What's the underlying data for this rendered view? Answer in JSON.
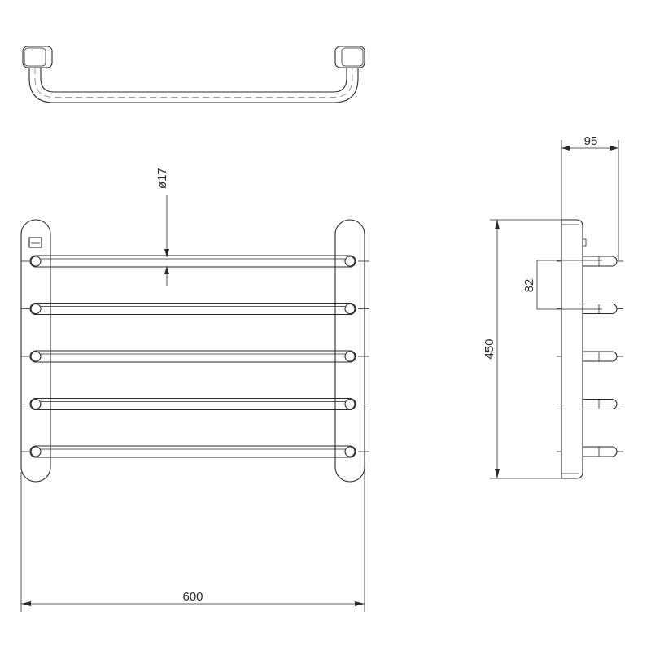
{
  "drawing": {
    "dimensions": {
      "width": "600",
      "height": "450",
      "depth": "95",
      "tube_diameter": "ø17",
      "bar_spacing": "82"
    },
    "bar_count": 5,
    "line_color": "#2a2a2a",
    "background": "#ffffff"
  }
}
